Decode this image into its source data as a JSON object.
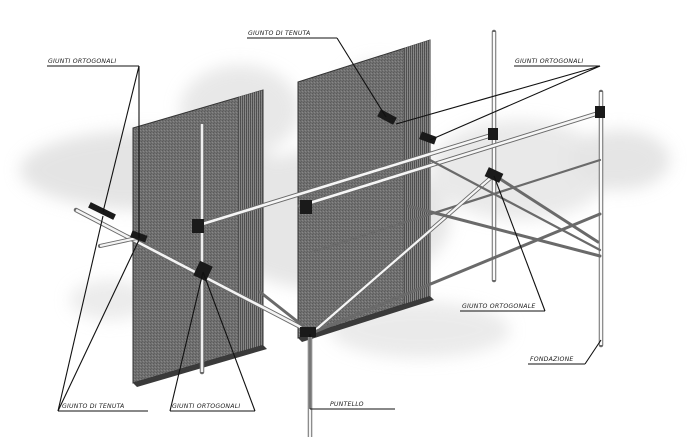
{
  "labels": {
    "giunti_ortogonali_left": "GIUNTI ORTOGONALI",
    "giunto_di_tenuta_top": "GIUNTO DI TENUTA",
    "giunti_ortogonali_right": "GIUNTI ORTOGONALI",
    "giunto_ortogonale_mid": "GIUNTO ORTOGONALE",
    "puntello": "PUNTELLO",
    "giunto_di_tenuta_bottom": "GIUNTO DI TENUTA",
    "giunti_ortogonali_bottom": "GIUNTI ORTOGONALI",
    "fondazione": "FONDAZIONE"
  },
  "colors": {
    "panel_face": "#6f6f6f",
    "panel_edge": "#3a3a3a",
    "pipe": "#f4f4f4",
    "smoke": "#cfcfcf"
  },
  "icons": {
    "clamp": "clamp-icon"
  }
}
